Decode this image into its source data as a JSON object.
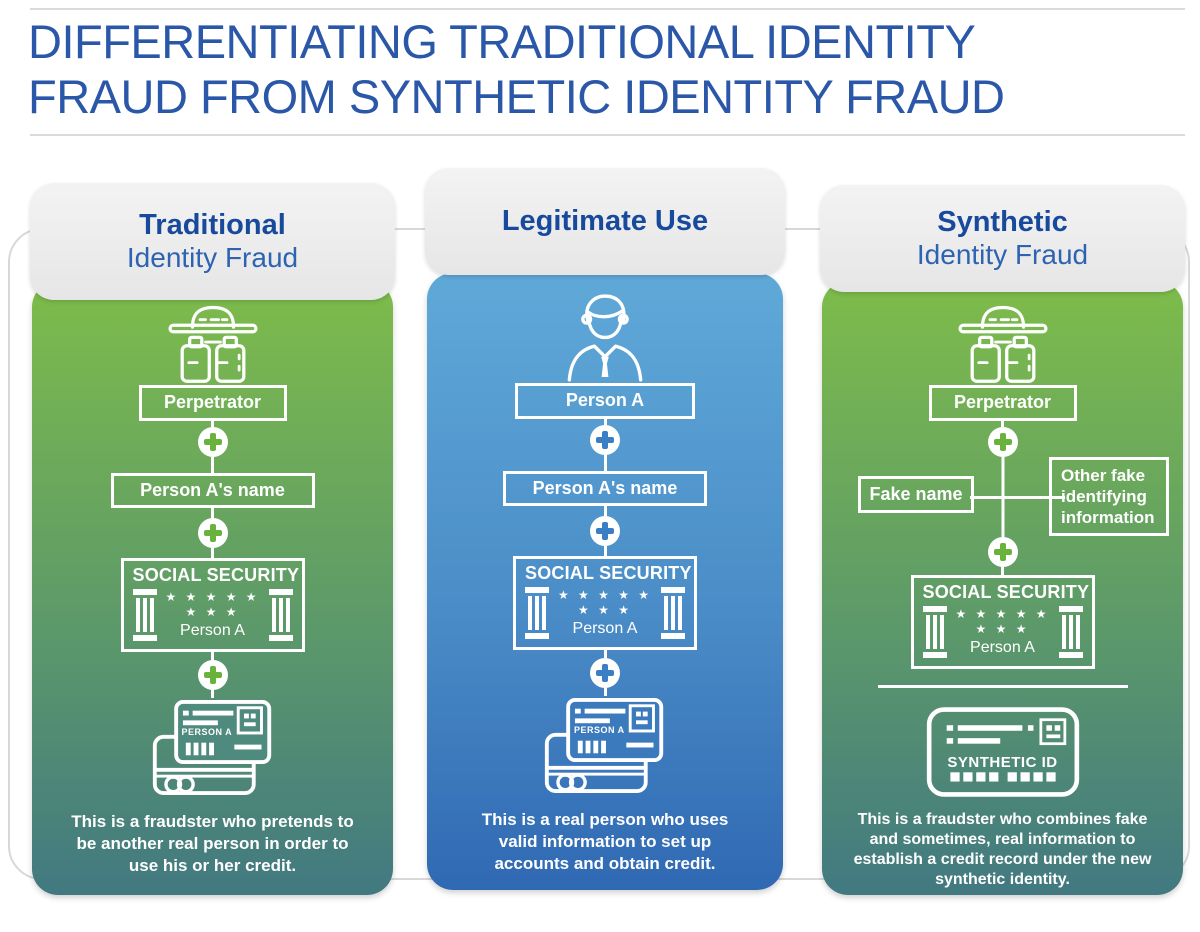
{
  "title": {
    "line1": "DIFFERENTIATING TRADITIONAL IDENTITY",
    "line2": "FRAUD FROM SYNTHETIC IDENTITY FRAUD"
  },
  "colors": {
    "title_blue": "#2b57a8",
    "header_bold_blue": "#17499c",
    "header_sub_blue": "#2e63b2",
    "green_gradient_top": "#7ebc4a",
    "green_gradient_bottom": "#427981",
    "blue_gradient_top": "#5fa9d8",
    "blue_gradient_bottom": "#3069b3",
    "plus_green": "#69b33d",
    "plus_blue": "#3a7ec6",
    "header_card_bg": "#ededed"
  },
  "panel_traditional": {
    "header_bold": "Traditional",
    "header_sub": "Identity Fraud",
    "perpetrator_label": "Perpetrator",
    "name_label": "Person A's name",
    "ss_title": "SOCIAL SECURITY",
    "ss_stars1": "★ ★ ★ ★ ★",
    "ss_stars2": "★ ★ ★",
    "ss_name": "Person A",
    "id_card_label": "PERSON A",
    "caption": "This is a fraudster who pretends to be another real person in order to use his or her credit."
  },
  "panel_legitimate": {
    "header_bold": "Legitimate Use",
    "person_label": "Person A",
    "name_label": "Person A's name",
    "ss_title": "SOCIAL SECURITY",
    "ss_stars1": "★ ★ ★ ★ ★",
    "ss_stars2": "★ ★ ★",
    "ss_name": "Person A",
    "id_card_label": "PERSON A",
    "caption": "This is a real person who uses valid information to set up accounts and obtain credit."
  },
  "panel_synthetic": {
    "header_bold": "Synthetic",
    "header_sub": "Identity Fraud",
    "perpetrator_label": "Perpetrator",
    "fake_name_label": "Fake name",
    "other_fake_label": "Other fake identifying information",
    "ss_title": "SOCIAL SECURITY",
    "ss_stars1": "★ ★ ★ ★ ★",
    "ss_stars2": "★ ★ ★",
    "ss_name": "Person A",
    "synthetic_id_label": "SYNTHETIC ID",
    "caption": "This is a fraudster who combines fake and sometimes, real information to establish a credit record under the new synthetic identity."
  }
}
